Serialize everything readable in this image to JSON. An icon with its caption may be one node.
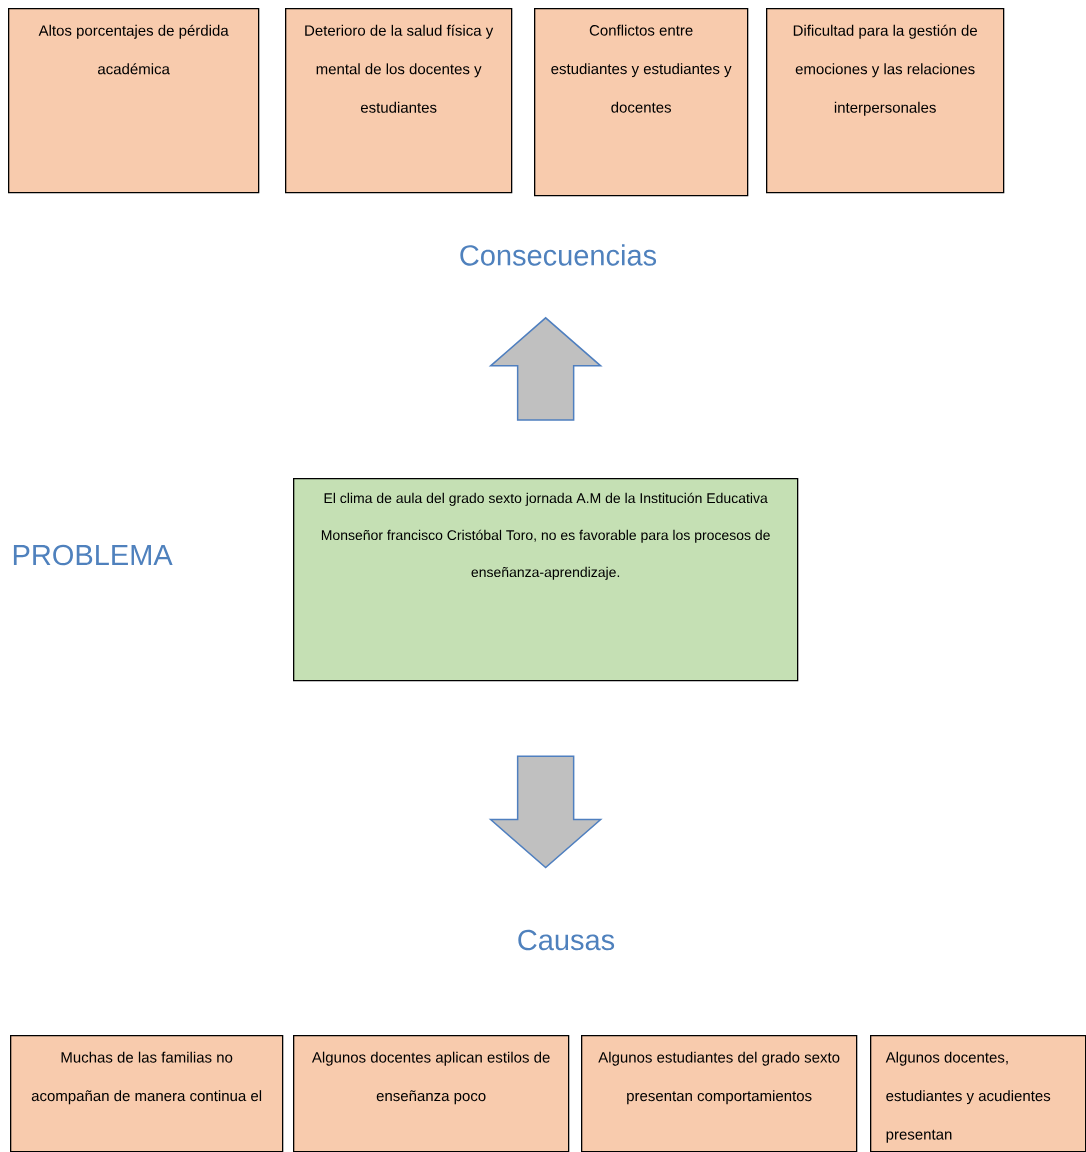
{
  "diagram": {
    "nodes": [
      {
        "text": [
          "Altos porcentajes de pérdida académica"
        ]
      },
      {
        "text": [
          "Deterioro de la salud física y mental de los docentes y estudiantes"
        ]
      },
      {
        "text": [
          "Conflictos entre estudiantes y estudiantes y docentes"
        ]
      },
      {
        "text": [
          "Dificultad para la gestión de emociones y las relaciones interpersonales"
        ]
      },
      {
        "text": [
          "Consecuencias"
        ]
      },
      {
        "text": [
          "El clima de aula del grado sexto jornada A.M  de la Institución Educativa Monseñor francisco Cristóbal Toro, no es favorable para los procesos de enseñanza-aprendizaje."
        ]
      },
      {
        "text": [
          "Causas"
        ]
      },
      {
        "text": [
          "Muchas de las familias no acompañan de manera continua el"
        ]
      },
      {
        "text": [
          "Algunos docentes aplican estilos de enseñanza poco"
        ]
      },
      {
        "text": [
          "Algunos estudiantes del grado sexto presentan comportamientos"
        ]
      },
      {
        "text": [
          "Algunos docentes, estudiantes y acudientes presentan"
        ]
      }
    ],
    "edges": [
      {
        "from": 5,
        "to": 4,
        "arrow": "to"
      },
      {
        "from": 5,
        "to": 6,
        "arrow": "to"
      }
    ],
    "labels": [
      "PROBLEMA"
    ]
  }
}
